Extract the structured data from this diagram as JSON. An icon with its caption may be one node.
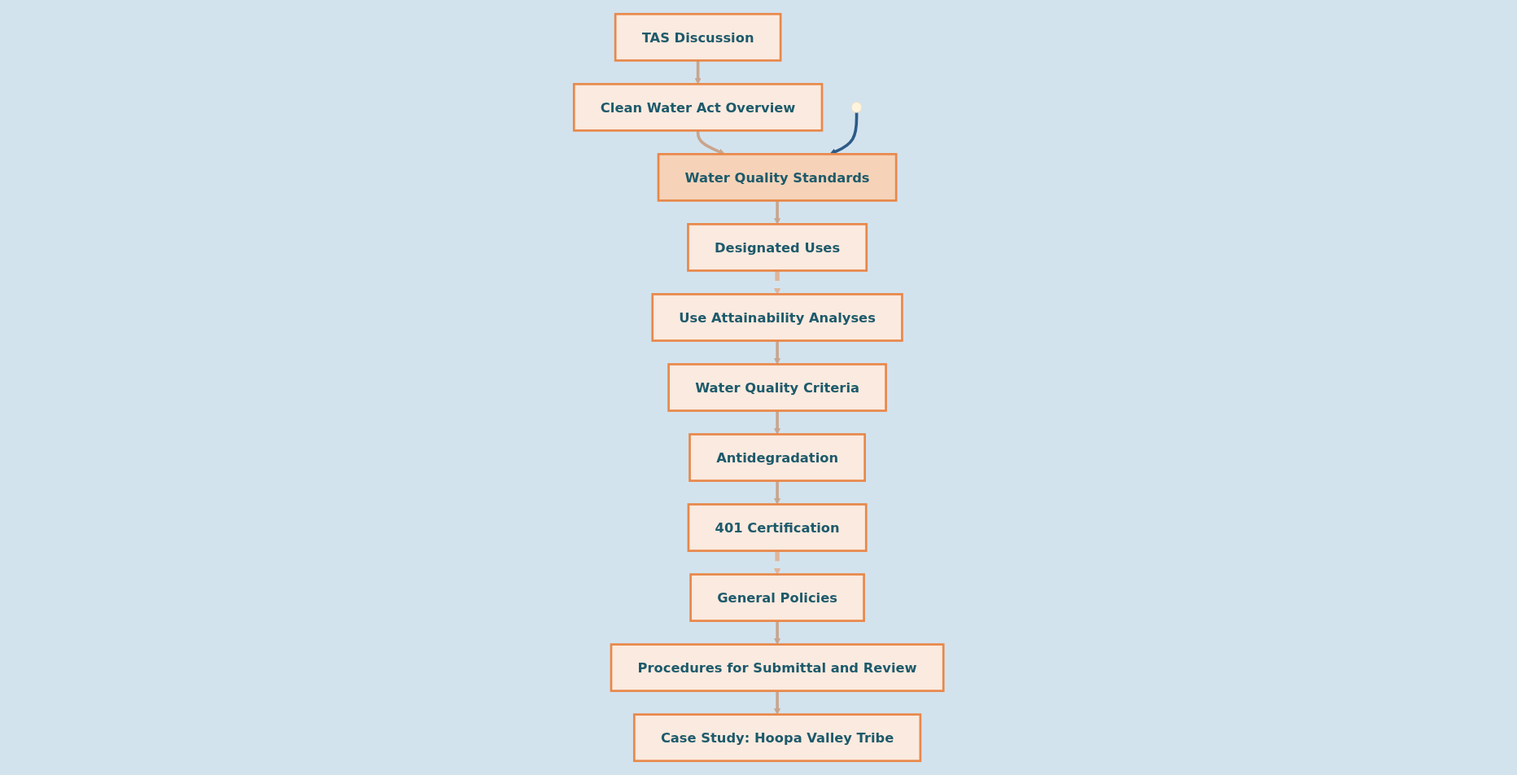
{
  "diagram": {
    "nodes": [
      {
        "text": [
          "TAS Discussion"
        ]
      },
      {
        "text": [
          "Clean Water Act Overview"
        ]
      },
      {
        "text": [
          "Water Quality Standards"
        ]
      },
      {
        "text": [
          "Designated Uses"
        ]
      },
      {
        "text": [
          "Use Attainability Analyses"
        ]
      },
      {
        "text": [
          "Water Quality Criteria"
        ]
      },
      {
        "text": [
          "Antidegradation"
        ]
      },
      {
        "text": [
          "401 Certification"
        ]
      },
      {
        "text": [
          "General Policies"
        ]
      },
      {
        "text": [
          "Procedures for Submittal and Review"
        ]
      },
      {
        "text": [
          "Case Study: Hoopa Valley Tribe"
        ]
      }
    ],
    "edges": [
      {
        "from": 0,
        "to": 1,
        "arrow": "to"
      },
      {
        "from": 1,
        "to": 2,
        "arrow": "to"
      },
      {
        "from": 2,
        "to": 3,
        "arrow": "to"
      },
      {
        "from": 3,
        "to": 4,
        "arrow": "to",
        "style": "dashed",
        "color": "#e2b497"
      },
      {
        "from": 4,
        "to": 5,
        "arrow": "to"
      },
      {
        "from": 5,
        "to": 6,
        "arrow": "to"
      },
      {
        "from": 6,
        "to": 7,
        "arrow": "to"
      },
      {
        "from": 7,
        "to": 8,
        "arrow": "to",
        "style": "dashed",
        "color": "#e2b497"
      },
      {
        "from": 8,
        "to": 9,
        "arrow": "to"
      },
      {
        "from": 9,
        "to": 10,
        "arrow": "to"
      },
      {
        "from": null,
        "to": 2,
        "arrow": "to",
        "color": "#2e5a87"
      }
    ]
  }
}
